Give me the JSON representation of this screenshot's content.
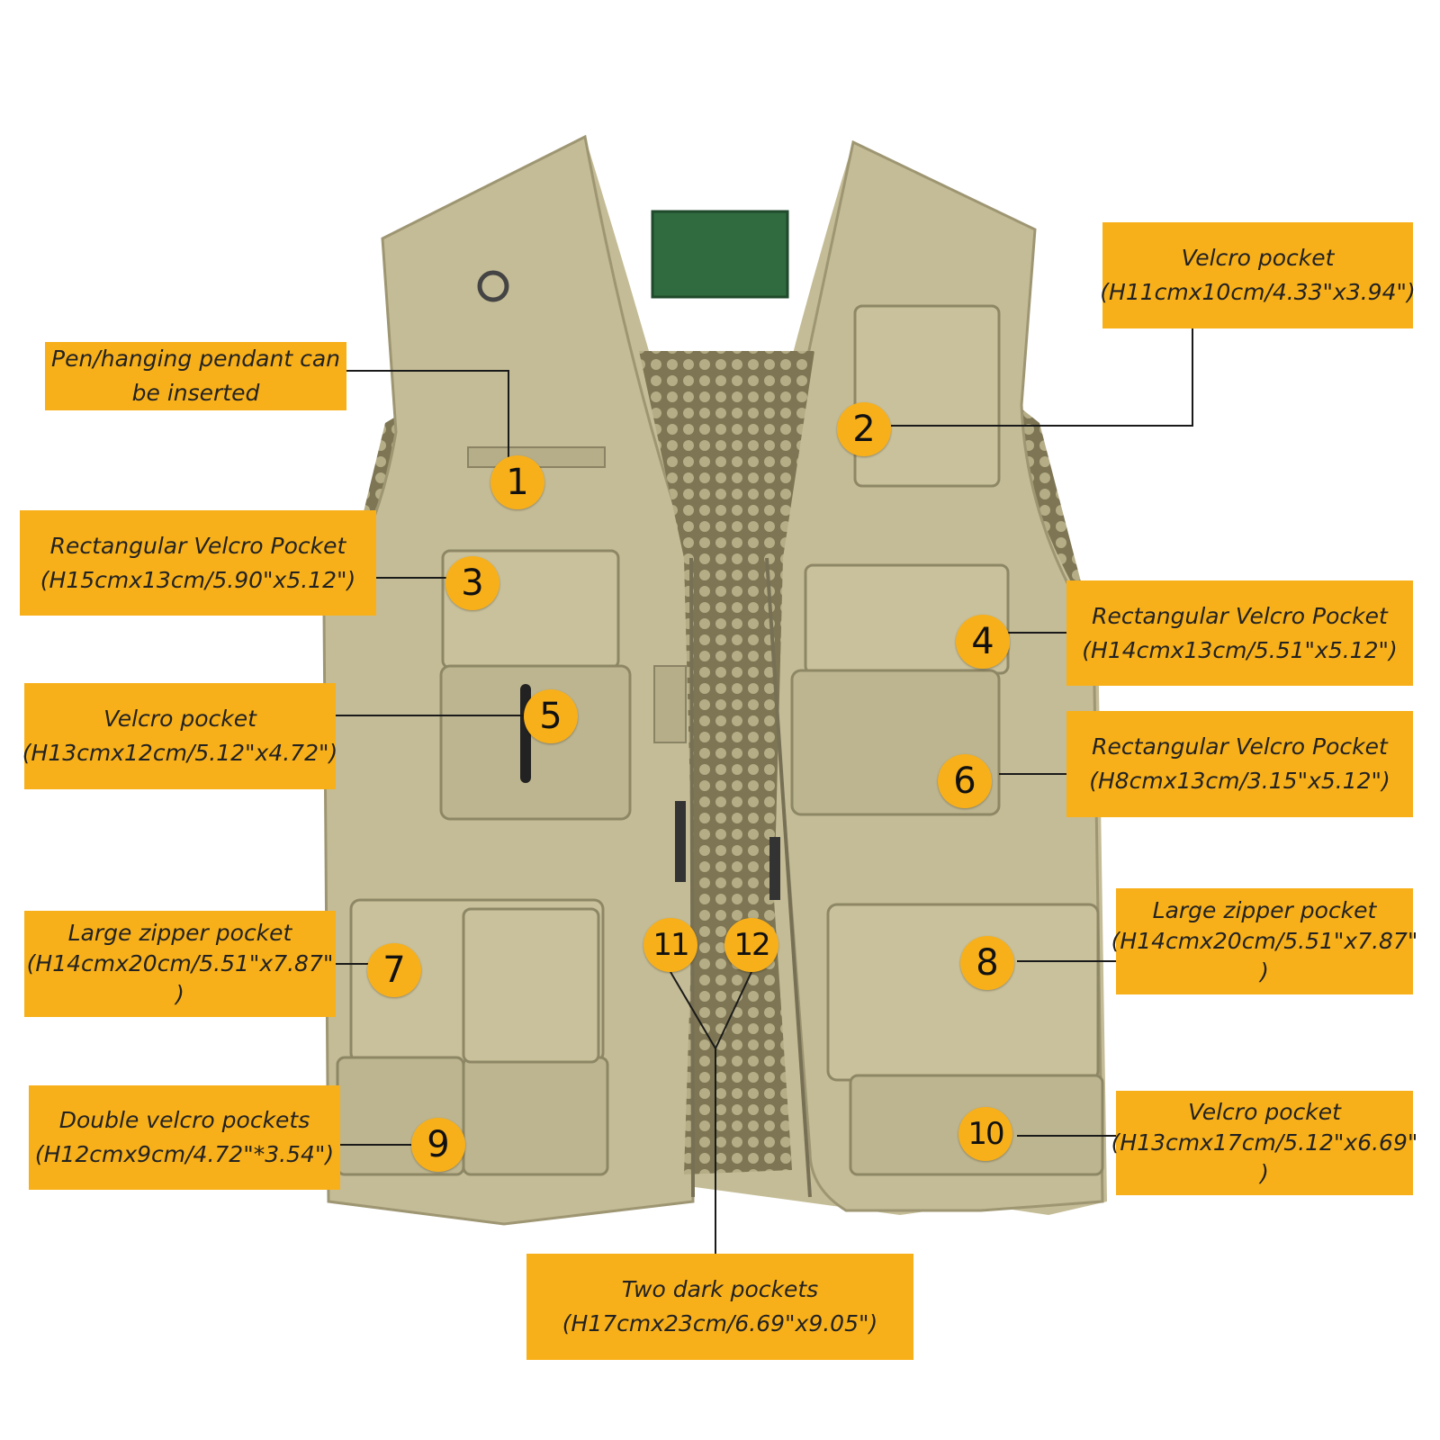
{
  "colors": {
    "label_bg": "#F8B01A",
    "badge_bg": "#F8B01A",
    "vest": "#C4BC96",
    "vest_dark": "#A9A17C",
    "mesh": "#8C8461",
    "patch": "#2F6B3F"
  },
  "labels": [
    {
      "id": "1",
      "lines": [
        "Pen/hanging pendant can",
        "be inserted"
      ]
    },
    {
      "id": "2",
      "lines": [
        "Velcro pocket",
        "(H11cmx10cm/4.33\"x3.94\")"
      ]
    },
    {
      "id": "3",
      "lines": [
        "Rectangular Velcro Pocket",
        "(H15cmx13cm/5.90\"x5.12\")"
      ]
    },
    {
      "id": "4",
      "lines": [
        "Rectangular Velcro Pocket",
        "(H14cmx13cm/5.51\"x5.12\")"
      ]
    },
    {
      "id": "5",
      "lines": [
        "Velcro pocket",
        "(H13cmx12cm/5.12\"x4.72\")"
      ]
    },
    {
      "id": "6",
      "lines": [
        "Rectangular Velcro Pocket",
        "(H8cmx13cm/3.15\"x5.12\")"
      ]
    },
    {
      "id": "7",
      "lines": [
        "Large zipper pocket",
        "(H14cmx20cm/5.51\"x7.87\"",
        ")"
      ]
    },
    {
      "id": "8",
      "lines": [
        "Large zipper pocket",
        "(H14cmx20cm/5.51\"x7.87\"",
        ")"
      ]
    },
    {
      "id": "9",
      "lines": [
        "Double velcro pockets",
        "(H12cmx9cm/4.72\"*3.54\")"
      ]
    },
    {
      "id": "10",
      "lines": [
        "Velcro pocket",
        "(H13cmx17cm/5.12\"x6.69\"",
        ")"
      ]
    },
    {
      "id": "11-12",
      "lines": [
        "Two dark pockets",
        "(H17cmx23cm/6.69\"x9.05\")"
      ]
    }
  ],
  "badges": [
    "1",
    "2",
    "3",
    "4",
    "5",
    "6",
    "7",
    "8",
    "9",
    "10",
    "11",
    "12"
  ]
}
